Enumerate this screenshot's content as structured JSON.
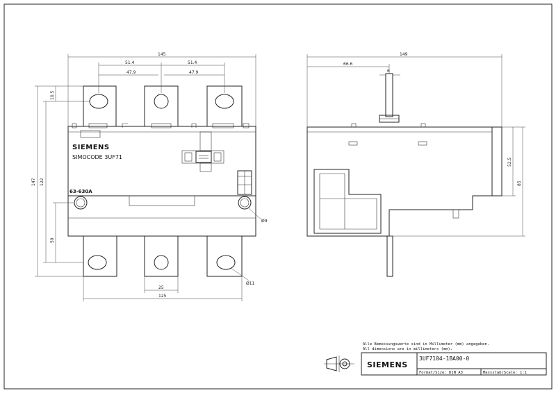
{
  "front_view": {
    "brand": "SIEMENS",
    "product": "SIMOCODE 3UF71",
    "range": "63-630A",
    "dims": {
      "width_total": "145",
      "pitch_left": "51.4",
      "pitch_right": "51.4",
      "inner_left": "47.9",
      "inner_right": "47.9",
      "height_total": "147",
      "height_inner": "122",
      "top_offset": "10.5",
      "hole_offset": "59",
      "bottom_width": "125",
      "bar_width": "25",
      "hole_dia": "Ø9",
      "bar_hole_dia": "Ø11"
    }
  },
  "side_view": {
    "dims": {
      "depth_total": "149",
      "to_shaft": "66.6",
      "shaft_width": "6",
      "height_a": "52.5",
      "height_b": "85"
    }
  },
  "title_block": {
    "note_de": "Alle Bemessungswerte sind in Millimeter (mm) angegeben.",
    "note_en": "All dimensions are in millimeters (mm).",
    "brand": "SIEMENS",
    "part_number": "3UF7104-1BA00-0",
    "format": "Format/Size: DIN A3",
    "scale": "Massstab/Scale: 1:1"
  }
}
